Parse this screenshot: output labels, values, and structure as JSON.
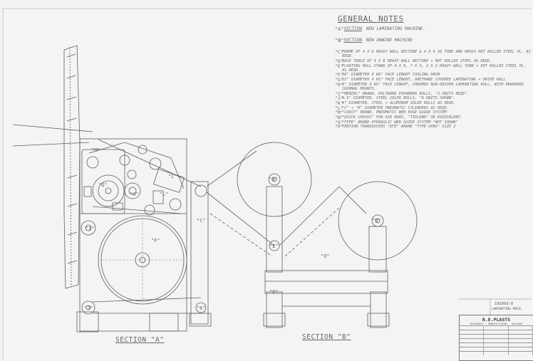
{
  "notes_title": "GENERAL NOTES",
  "notes": [
    {
      "key": "\"A\"",
      "heading": "SECTION",
      "text": "NEW LAMINATING MACHINE."
    },
    {
      "key": "\"B\"",
      "heading": "SECTION",
      "text": "NEW UNWIND MACHINE"
    },
    {
      "key": "\"C\"",
      "text": "FRAME OF 4 X 6 HEAVY WALL RECTUBE & 4 X 4 SQ TUBE AND HEAVY HOT ROLLED STEEL PL. AS REQD."
    },
    {
      "key": "\"D\"",
      "text": "BASE TABLE OF 4 X 6 HEAVY WALL RECTUBE + HOT ROLLED STEEL AS REQD."
    },
    {
      "key": "\"E\"",
      "text": "FLOATING ROLL STAND OF 4 X 6, 7 X 4, 2 X 2 HEAVY WALL TUBE + HOT ROLLED STEEL PL. AS REQD."
    },
    {
      "key": "\"F\"",
      "text": "36\" DIAMETER X 66\" FACE LENGHT COOLING DRUM"
    },
    {
      "key": "\"G\"",
      "text": "15\" DIAMETER X 65\" FACE LENGHT, URETHANE COVERED LAMINATING + DRIVE ROLL."
    },
    {
      "key": "\"H\"",
      "text": "8\" DIAMETER X 65\" FACE LENGHT, CHROMED NON-DRIVEN LAMINATING ROLL, WITH REWORKED JOURNAL MOUNTS."
    },
    {
      "key": "\"I\"",
      "text": "\"MENZEL\" BRAND, POLYBAND EXPANDER ROLLS, \"2 UNITS REQD\"."
    },
    {
      "key": "\"J\"",
      "text": "6.5\" DIAMETER, STEEL IDLER ROLLS, \"8 UNITS SHOWN\"."
    },
    {
      "key": "\"K\"",
      "text": "4\" DIAMETER, STEEL + ALUMINUM IDLER ROLLS AS REQD."
    },
    {
      "key": "\"L\"",
      "text": "\"C\" + \"R\" DIAMETER PNEUMATIC CYLINDERS AS REQD."
    },
    {
      "key": "\"M\"",
      "text": "\"COAST\" BRAND, PNEUMATIC WEB EDGE GUIDE SYSTEM"
    },
    {
      "key": "\"N\"",
      "text": "\"QUICK CHUCKS\" FOR AIR BARS, \"TIDLAND\" OR EQUIVALENT."
    },
    {
      "key": "\"O\"",
      "text": "\"FIFE\" BRAND HYDRAULIC WEB GUIDE SYSTEM \"NOT SHOWN\""
    },
    {
      "key": "\"P\"",
      "text": "TENTION TRANSDUCERS \"DFE\" BRAND \"TYPE UPBU\" SIZE 2"
    }
  ],
  "section_labels": {
    "a": "SECTION \"A\"",
    "b": "SECTION \"B\""
  },
  "labels": {
    "C1": "\"C\"",
    "C2": "\"C\"",
    "F": "\"F\"",
    "G": "\"G\"",
    "H": "\"H\"",
    "L": "\"L\"",
    "M": "\"M\"",
    "N1": "\"N\"",
    "N2": "\"N\"",
    "E": "\"E\"",
    "O": "\"O\"",
    "D": "\"D\"",
    "K": "\"K\"",
    "J": "\"J\"",
    "I": "\"I\""
  },
  "title_block": {
    "company": "R.E.PLASTS",
    "subtitle": "MACHINERY · MANUFACTURING · WELDING",
    "drawing_no": "191093-D",
    "drawing_name": "LAMINATING MACH."
  },
  "colors": {
    "line": "#5f5f5f",
    "paper": "#f4f4f2"
  }
}
